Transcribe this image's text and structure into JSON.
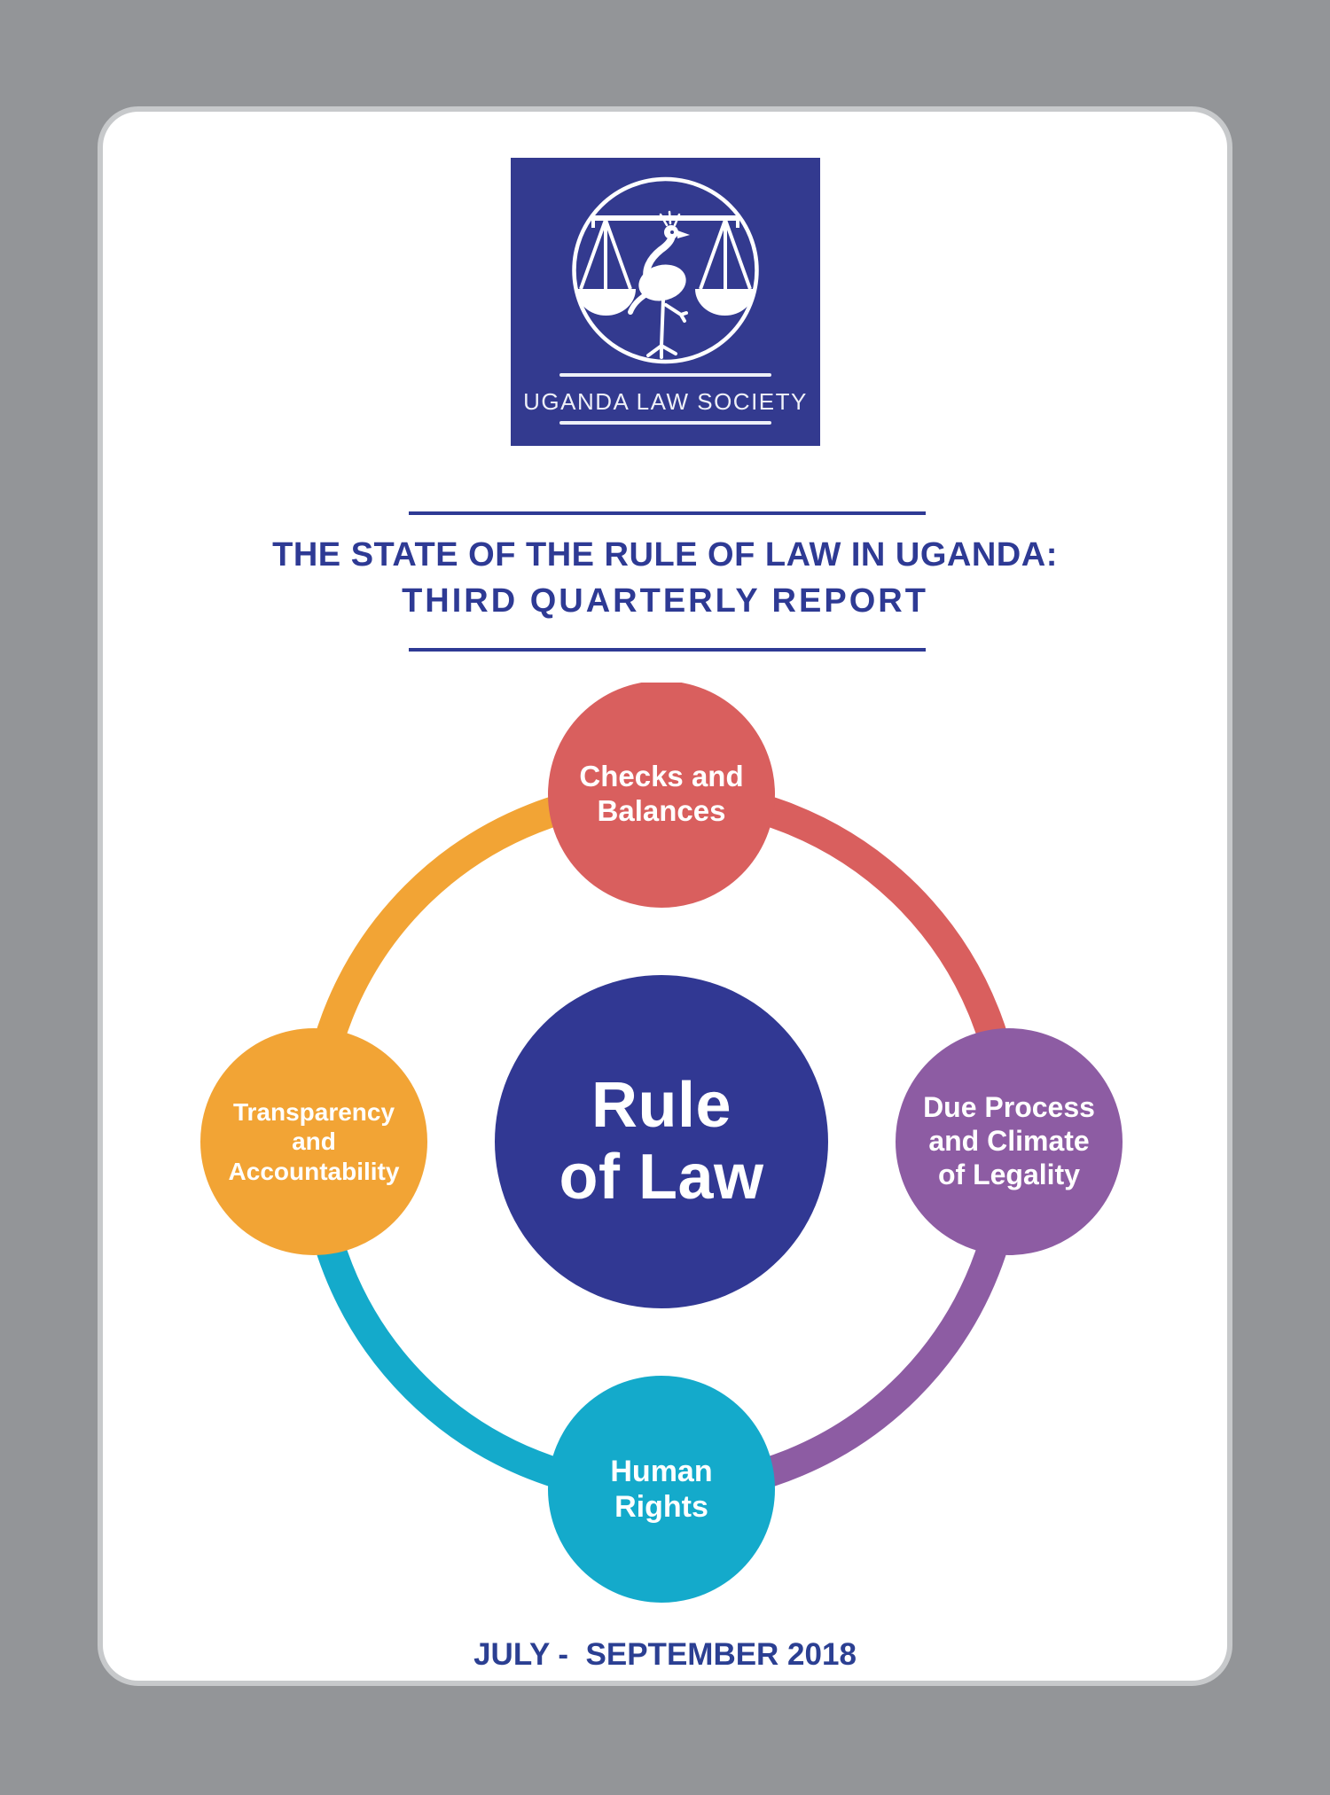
{
  "page": {
    "background_color": "#939598",
    "card_color": "#ffffff",
    "card_border_color": "#c7c9cb"
  },
  "logo": {
    "organization": "UGANDA LAW SOCIETY",
    "background_color": "#333a8f",
    "emblem": "scales-of-justice-with-crested-crane"
  },
  "title": {
    "line1": "THE STATE OF THE RULE OF LAW IN UGANDA:",
    "line2": "THIRD QUARTERLY REPORT",
    "color": "#2e3a94"
  },
  "diagram": {
    "center": {
      "lines": [
        "Rule",
        "of Law"
      ],
      "color": "#313893"
    },
    "top": {
      "lines": [
        "Checks and",
        "Balances"
      ],
      "color": "#d95f5e"
    },
    "right": {
      "lines": [
        "Due Process",
        "and Climate",
        "of Legality"
      ],
      "color": "#8d5ca3"
    },
    "bottom": {
      "lines": [
        "Human",
        "Rights"
      ],
      "color": "#14aacb"
    },
    "left": {
      "lines": [
        "Transparency",
        "and",
        "Accountability"
      ],
      "color": "#f2a435"
    }
  },
  "footer": {
    "period": "JULY -  SEPTEMBER 2018",
    "color": "#2b3f92"
  }
}
